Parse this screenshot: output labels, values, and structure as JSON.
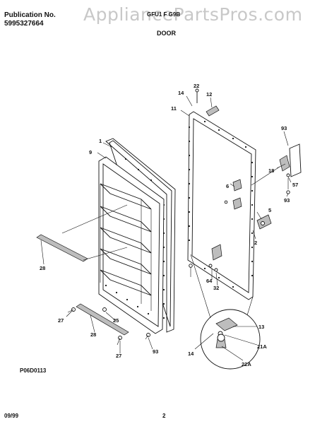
{
  "header": {
    "publication_label": "Publication No.",
    "publication_number": "5995327664",
    "model": "GFU1 F G9B",
    "section": "DOOR",
    "watermark": "AppliancePartsPros.com"
  },
  "footer": {
    "code": "P06D0113",
    "date": "09/99",
    "page": "2"
  },
  "callouts": {
    "c1": "1",
    "c9": "9",
    "c14a": "14",
    "c22": "22",
    "c12": "12",
    "c11": "11",
    "c93a": "93",
    "c18": "18",
    "c57": "57",
    "c93b": "93",
    "c6": "6",
    "c5": "5",
    "c2": "2",
    "c64": "64",
    "c32": "32",
    "c28a": "28",
    "c27a": "27",
    "c25": "25",
    "c28b": "28",
    "c27b": "27",
    "c93c": "93",
    "c13": "13",
    "c21a": "21A",
    "c14b": "14",
    "c22a": "22A"
  }
}
